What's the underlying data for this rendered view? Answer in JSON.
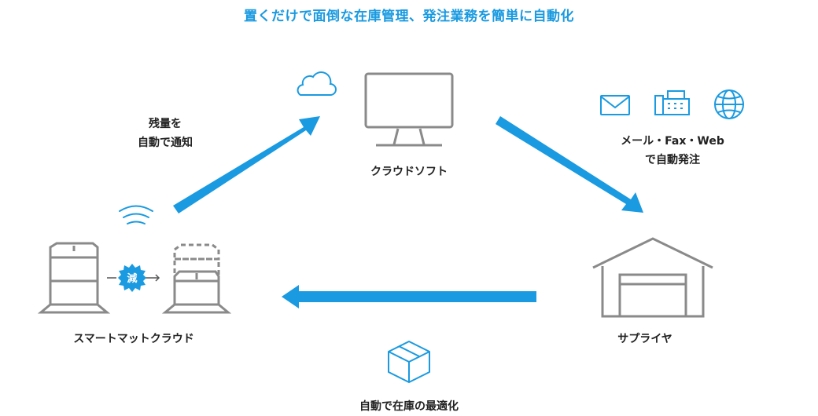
{
  "title": "置くだけで面倒な在庫管理、発注業務を簡単に自動化",
  "nodes": {
    "cloud_software": "クラウドソフト",
    "supplier": "サプライヤ",
    "smartmat": "スマートマットクラウド"
  },
  "steps": {
    "notify_line1": "残量を",
    "notify_line2": "自動で通知",
    "order_line1": "メール・Fax・Web",
    "order_line2": "で自動発注",
    "optimize": "自動で在庫の最適化"
  },
  "badge": "減",
  "colors": {
    "accent": "#1a9ae0",
    "line": "#8a8a8a"
  },
  "icons": [
    "cloud-icon",
    "monitor-icon",
    "mail-icon",
    "fax-icon",
    "globe-icon",
    "wifi-icon",
    "warehouse-icon",
    "box-icon",
    "full-boxes-icon",
    "reduced-boxes-icon"
  ]
}
